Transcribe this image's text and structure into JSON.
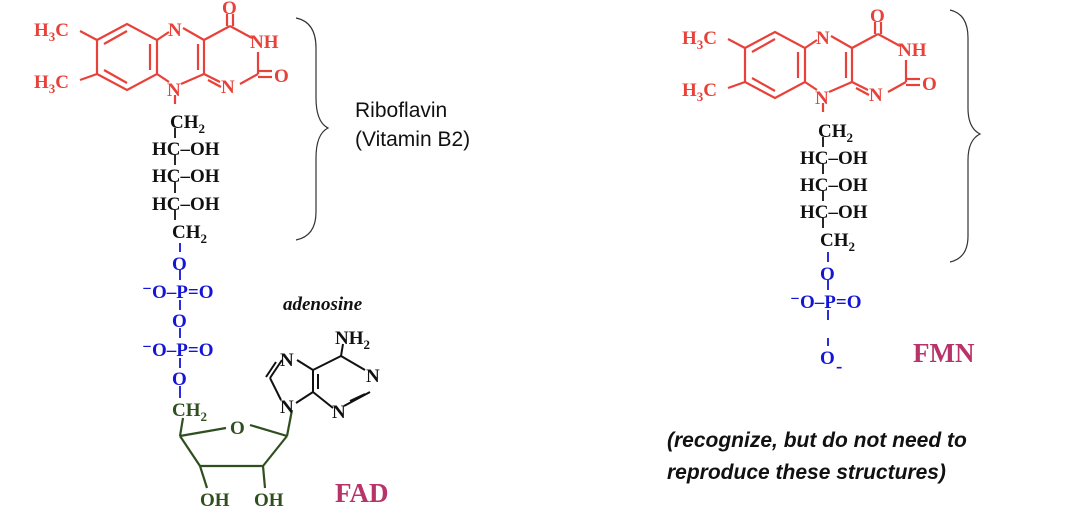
{
  "colors": {
    "flavin": "#e8413a",
    "ribityl": "#111111",
    "phosphate": "#1515d6",
    "ribose": "#2f4f1f",
    "adenine": "#111111",
    "name_label": "#b8336a",
    "caption": "#111111"
  },
  "fad": {
    "flavin": {
      "methyl_top": "H",
      "methyl_top_sub": "3",
      "methyl_top_c": "C",
      "methyl_bottom": "H",
      "methyl_bottom_sub": "3",
      "methyl_bottom_c": "C",
      "n_top": "N",
      "n_right": "N",
      "n_bottom": "N",
      "nh": "NH",
      "o_top": "O",
      "o_right": "O"
    },
    "ribityl": {
      "ch2_top": "CH",
      "ch2_top_sub": "2",
      "choh_1": "HC–OH",
      "choh_2": "HC–OH",
      "choh_3": "HC–OH",
      "ch2_bottom": "CH",
      "ch2_bottom_sub": "2"
    },
    "phosphate": {
      "o_1": "O",
      "p_1": "⁻O–P=O",
      "o_2": "O",
      "p_2": "⁻O–P=O",
      "o_3": "O"
    },
    "ribose": {
      "ch2": "CH",
      "ch2_sub": "2",
      "ring_o": "O",
      "oh_left": "OH",
      "oh_right": "OH"
    },
    "adenine": {
      "nh2": "NH",
      "nh2_sub": "2",
      "n7": "N",
      "n9": "N",
      "n1": "N",
      "n3": "N"
    },
    "adenosine_label": "adenosine",
    "name": "FAD"
  },
  "riboflavin_label": [
    "Riboflavin",
    "(Vitamin B2)"
  ],
  "fmn": {
    "flavin": {
      "methyl_top": "H",
      "methyl_top_sub": "3",
      "methyl_top_c": "C",
      "methyl_bottom": "H",
      "methyl_bottom_sub": "3",
      "methyl_bottom_c": "C",
      "n_top": "N",
      "n_right": "N",
      "n_bottom": "N",
      "nh": "NH",
      "o_top": "O",
      "o_right": "O"
    },
    "ribityl": {
      "ch2_top": "CH",
      "ch2_top_sub": "2",
      "choh_1": "HC–OH",
      "choh_2": "HC–OH",
      "choh_3": "HC–OH",
      "ch2_bottom": "CH",
      "ch2_bottom_sub": "2"
    },
    "phosphate": {
      "o_1": "O",
      "p_1": "⁻O–P=O",
      "o_2": "O",
      "o_2_charge": "-"
    },
    "name": "FMN"
  },
  "caption": [
    "(recognize, but do not need to",
    "reproduce these structures)"
  ]
}
